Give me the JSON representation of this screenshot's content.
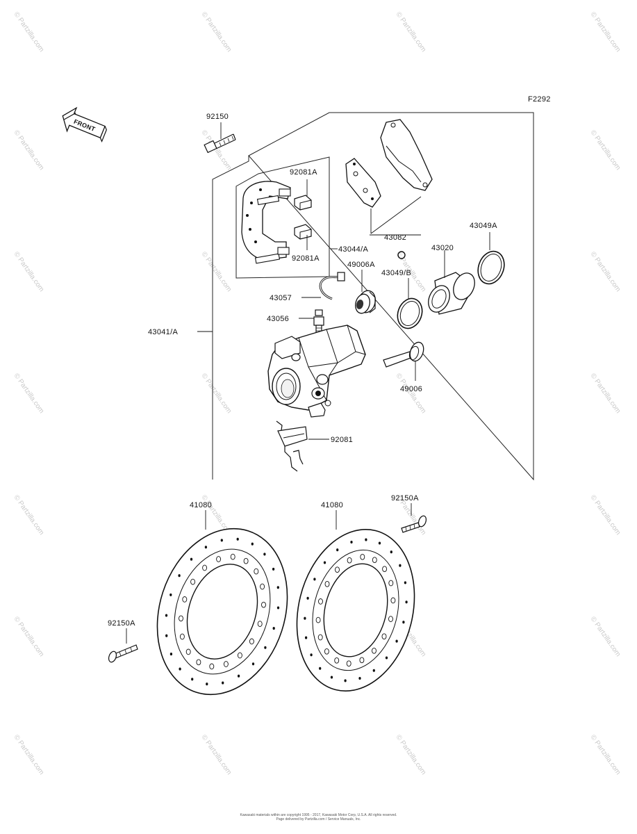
{
  "figure_code": "F2292",
  "front_arrow_label": "FRONT",
  "callouts": {
    "bolt_top": "92150",
    "pad_spring_a_top": "92081A",
    "pad_spring_a_bottom": "92081A",
    "holder_assy": "43044/A",
    "pads": "43082",
    "seal_a": "43049A",
    "piston": "43020",
    "boot": "49006A",
    "seal_b": "43049/B",
    "banjo_pipe": "43057",
    "bleeder": "43056",
    "caliper_assy": "43041/A",
    "slide_pin": "49006",
    "spring": "92081",
    "disc_left": "41080",
    "disc_right": "41080",
    "disc_bolt_right": "92150A",
    "disc_bolt_left": "92150A"
  },
  "watermark": "© Partzilla.com",
  "copyright": {
    "line1": "Kawasaki materials within are copyright 1995 - 2017, Kawasaki Motor Corp, U.S.A. All rights reserved.",
    "line2": "Page delivered by Partzilla.com / Service Manuals, Inc."
  }
}
